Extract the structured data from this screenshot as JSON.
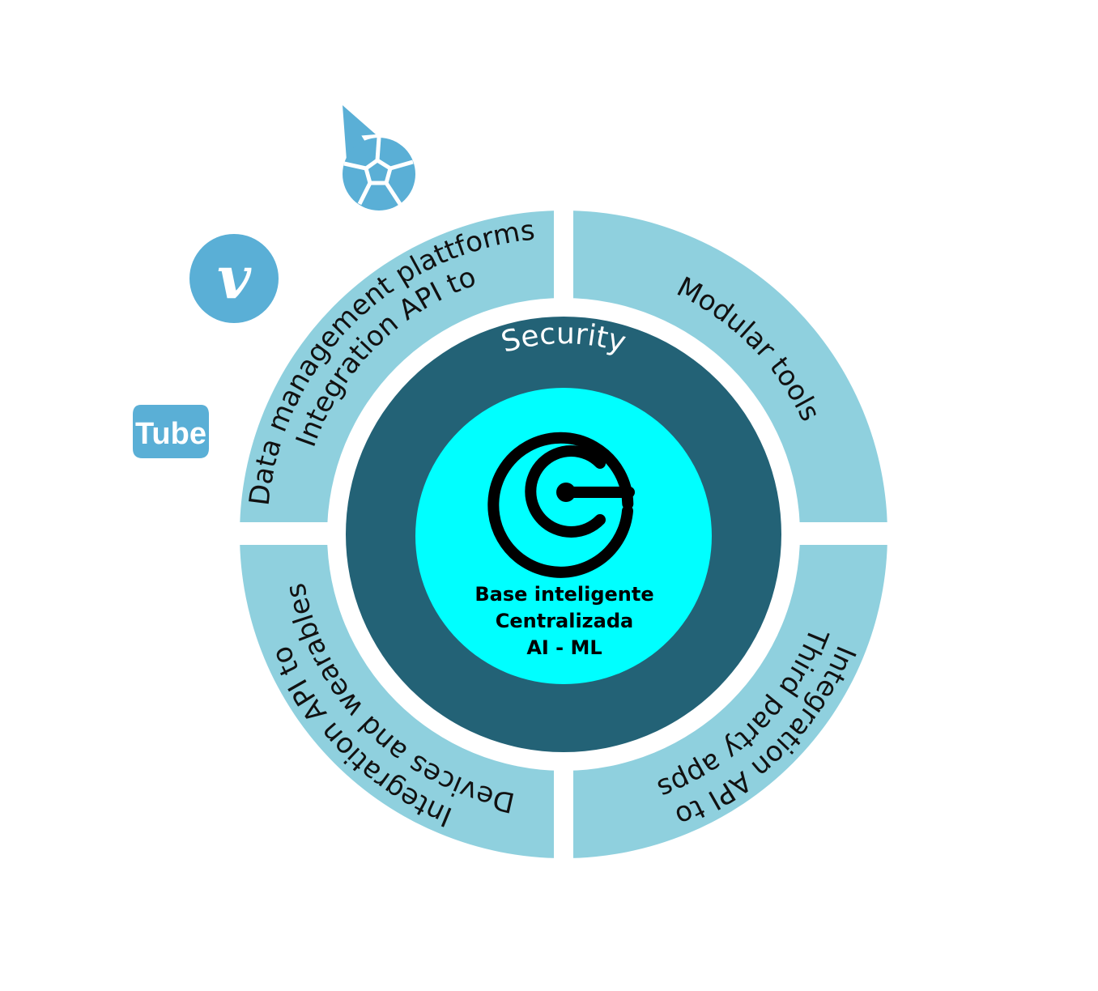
{
  "colors": {
    "outer_ring": "#8fd0de",
    "security_ring": "#236276",
    "core": "#00ffff",
    "icon_blue": "#5aafd6",
    "text_dark": "#111111",
    "text_light": "#ffffff"
  },
  "segments": {
    "top_left": {
      "line1": "Integration API to",
      "line2": "Data management plattforms"
    },
    "top_right": {
      "line1": "Modular tools"
    },
    "bottom_right": {
      "line1": "Integration API to",
      "line2": "Third party apps"
    },
    "bottom_left": {
      "line1": "Integration API to",
      "line2": "Devices and wearables"
    }
  },
  "security_label": "Security",
  "core": {
    "line1": "Base inteligente",
    "line2": "Centralizada",
    "line3": "AI - ML"
  },
  "logos": {
    "vimeo": {
      "icon": "vimeo-logo",
      "text": "v"
    },
    "youtube": {
      "icon": "youtube-logo",
      "text": "Tube"
    },
    "drop": {
      "icon": "soccer-ball-drop-icon"
    }
  }
}
